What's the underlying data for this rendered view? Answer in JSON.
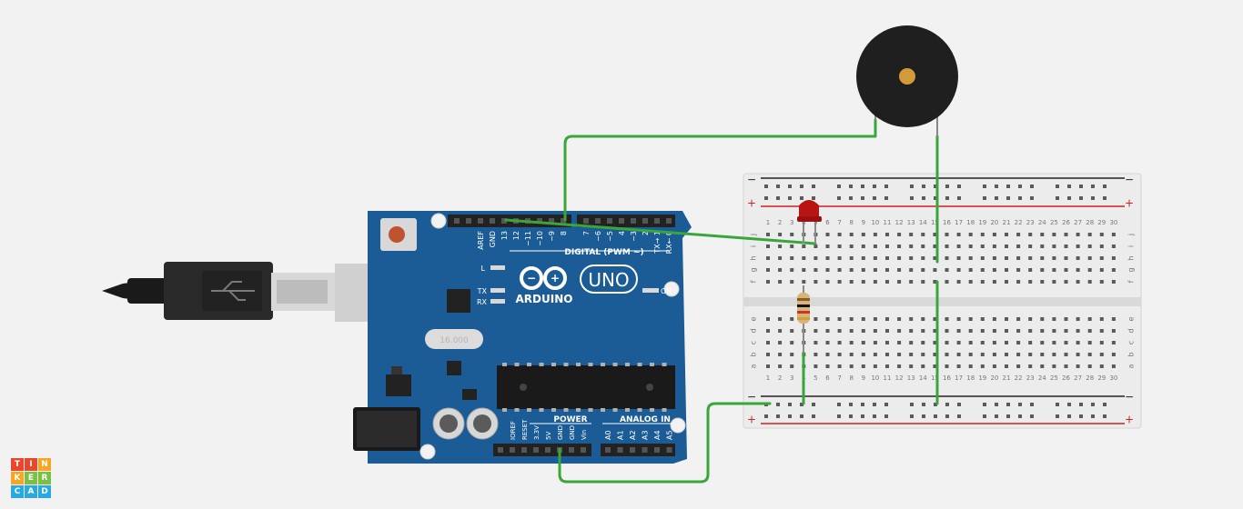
{
  "arduino": {
    "logo_text": "ARDUINO",
    "model": "UNO",
    "on_label": "ON",
    "l_label": "L",
    "tx_label": "TX",
    "rx_label": "RX",
    "digital_label": "DIGITAL (PWM ~)",
    "power_label": "POWER",
    "analog_label": "ANALOG IN",
    "crystal_label": "16.000",
    "digital_pins": [
      "AREF",
      "GND",
      "13",
      "12",
      "~11",
      "~10",
      "~9",
      "8",
      "7",
      "~6",
      "~5",
      "4",
      "~3",
      "2",
      "TX→ 1",
      "RX← 0"
    ],
    "power_pins": [
      "IOREF",
      "RESET",
      "3.3V",
      "5V",
      "GND",
      "GND",
      "Vin"
    ],
    "analog_pins": [
      "A0",
      "A1",
      "A2",
      "A3",
      "A4",
      "A5"
    ],
    "colors": {
      "board": "#1b5c96",
      "text": "#ffffff",
      "header": "#222222"
    }
  },
  "breadboard": {
    "columns": 30,
    "rows_top": [
      "j",
      "i",
      "h",
      "g",
      "f"
    ],
    "rows_bottom": [
      "e",
      "d",
      "c",
      "b",
      "a"
    ],
    "rail_plus": "+",
    "rail_minus": "−",
    "colors": {
      "body": "#ececec",
      "red_rail": "#cc2222",
      "black_rail": "#222222"
    }
  },
  "components": {
    "led": {
      "color": "#b81414",
      "name": "red-led"
    },
    "resistor": {
      "bands": [
        "#8b5a2b",
        "#111111",
        "#c0392b",
        "#c9a23b"
      ]
    },
    "buzzer": {
      "color": "#1f1f1f",
      "center": "#d29b38"
    }
  },
  "wires": {
    "color": "#3aa63a"
  },
  "brand": {
    "logo_letters": [
      "T",
      "I",
      "N",
      "K",
      "E",
      "R",
      "C",
      "A",
      "D"
    ],
    "logo_colors": [
      "#e8472b",
      "#e8472b",
      "#f5a623",
      "#f5a623",
      "#7ac142",
      "#7ac142",
      "#2aa9e0",
      "#2aa9e0",
      "#2aa9e0"
    ]
  }
}
